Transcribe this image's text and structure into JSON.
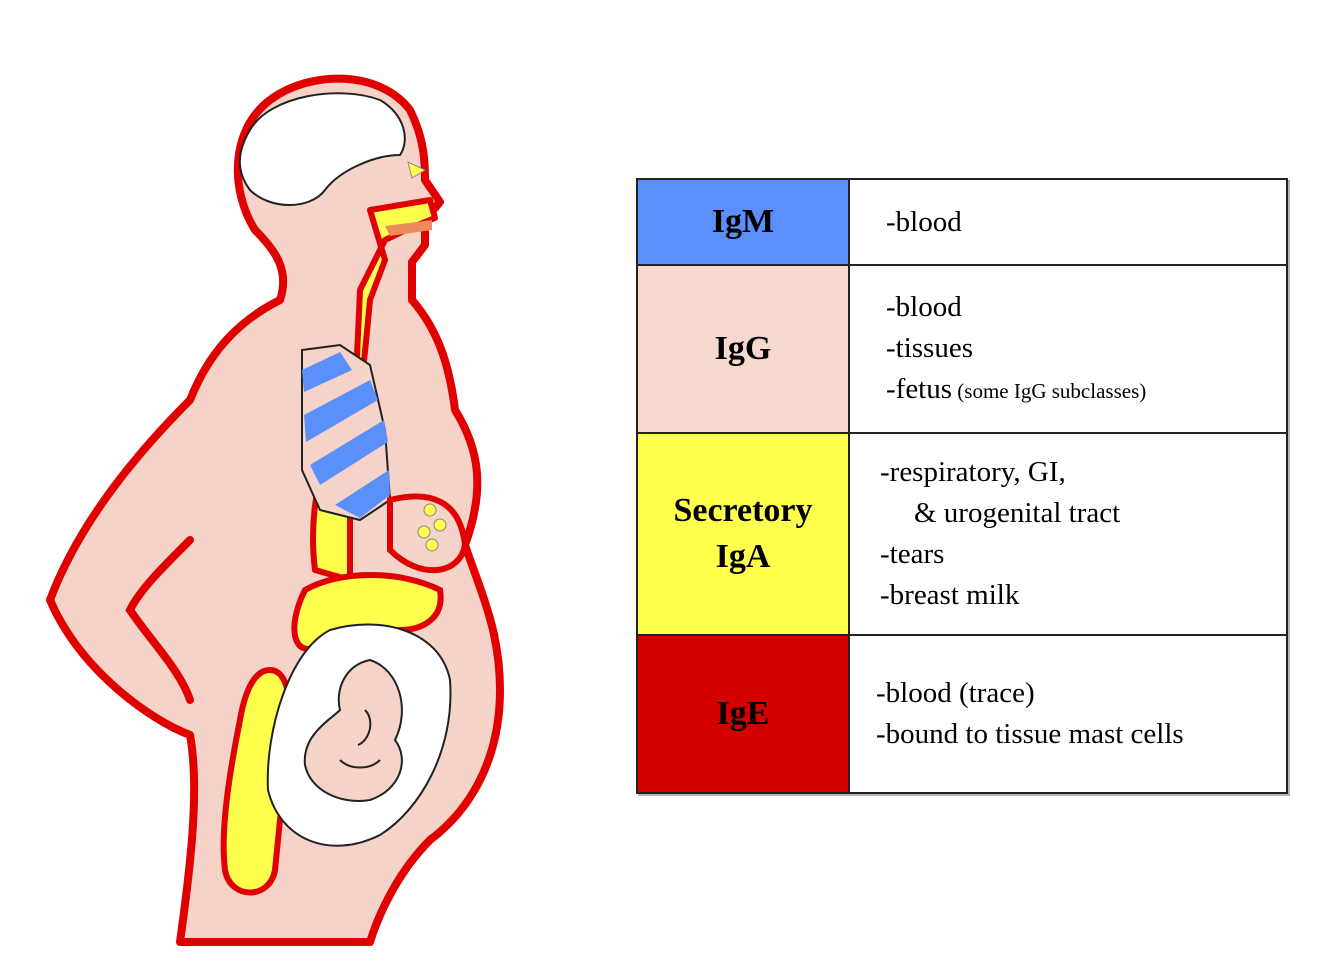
{
  "colors": {
    "outline": "#e00000",
    "skin": "#f5d3c8",
    "mucosa": "#ffff4d",
    "lung_stripe": "#5b8ff9",
    "fetus_sac": "#ffffff",
    "IgM": "#5b8ff9",
    "IgG": "#f5d9cf",
    "IgA": "#ffff4d",
    "IgE": "#d40000"
  },
  "icons": [
    "pregnant-woman-figure",
    "lung-icon",
    "fetus-icon",
    "breast-gland-icon"
  ],
  "table": {
    "rows": [
      {
        "antibody": [
          "IgM"
        ],
        "locations": [
          {
            "text": "-blood",
            "note": "",
            "indent": false
          }
        ]
      },
      {
        "antibody": [
          "IgG"
        ],
        "locations": [
          {
            "text": "-blood",
            "note": "",
            "indent": false
          },
          {
            "text": "-tissues",
            "note": "",
            "indent": false
          },
          {
            "text": "-fetus",
            "note": " (some IgG subclasses)",
            "indent": false
          }
        ]
      },
      {
        "antibody": [
          "Secretory",
          "IgA"
        ],
        "locations": [
          {
            "text": "-respiratory, GI,",
            "note": "",
            "indent": false
          },
          {
            "text": "& urogenital tract",
            "note": "",
            "indent": true
          },
          {
            "text": "-tears",
            "note": "",
            "indent": false
          },
          {
            "text": "-breast milk",
            "note": "",
            "indent": false
          }
        ]
      },
      {
        "antibody": [
          "IgE"
        ],
        "locations": [
          {
            "text": "-blood (trace)",
            "note": "",
            "indent": false
          },
          {
            "text": "-bound to tissue mast cells",
            "note": "",
            "indent": false
          }
        ]
      }
    ]
  }
}
